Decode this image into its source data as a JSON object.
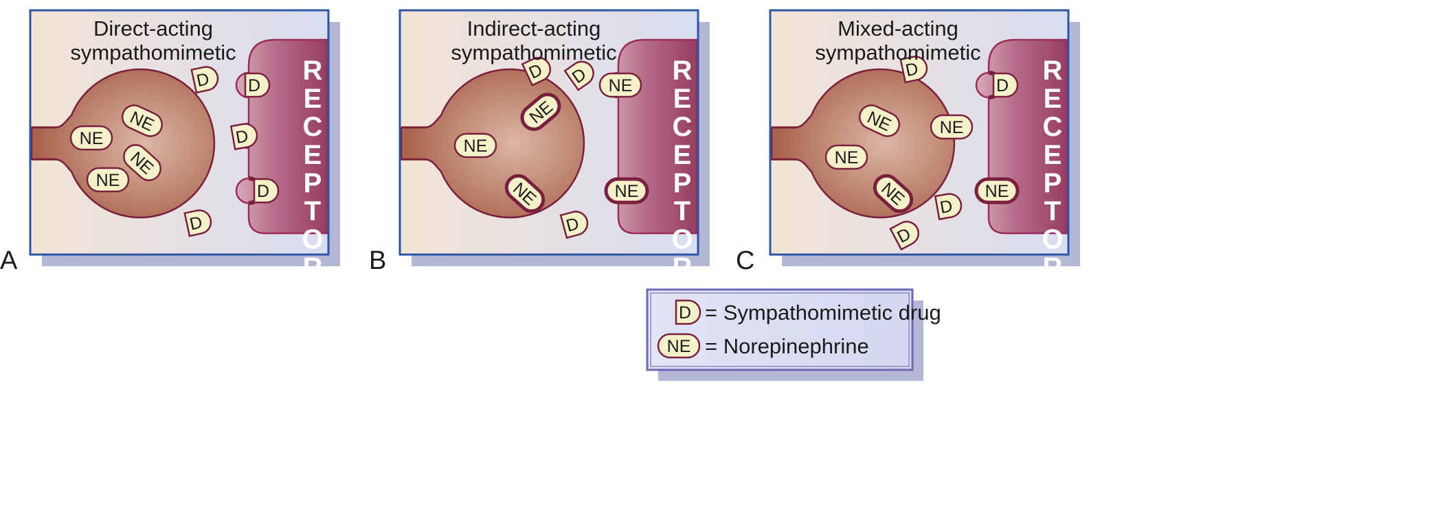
{
  "panels": [
    {
      "label": "A",
      "title": [
        "Direct-acting",
        "sympathomimetic"
      ],
      "receptor_text": "RECEPTOR",
      "vesicle_label": "NE",
      "drug_label": "D"
    },
    {
      "label": "B",
      "title": [
        "Indirect-acting",
        "sympathomimetic"
      ],
      "receptor_text": "RECEPTOR",
      "vesicle_label": "NE",
      "drug_label": "D"
    },
    {
      "label": "C",
      "title": [
        "Mixed-acting",
        "sympathomimetic"
      ],
      "receptor_text": "RECEPTOR",
      "vesicle_label": "NE",
      "drug_label": "D"
    }
  ],
  "legend": {
    "items": [
      {
        "symbol": "D",
        "text": "= Sympathomimetic drug"
      },
      {
        "symbol": "NE",
        "text": "= Norepinephrine"
      }
    ]
  },
  "colors": {
    "frame_border": "#2b55a3",
    "shadow": "#b4b8d6",
    "background_left": "#f3e4d6",
    "background_right": "#d9def1",
    "neuron": "#b3705c",
    "receptor": "#a9536f",
    "pill_fill": "#f5f2c9",
    "pill_outline": "#7a1f3d"
  }
}
